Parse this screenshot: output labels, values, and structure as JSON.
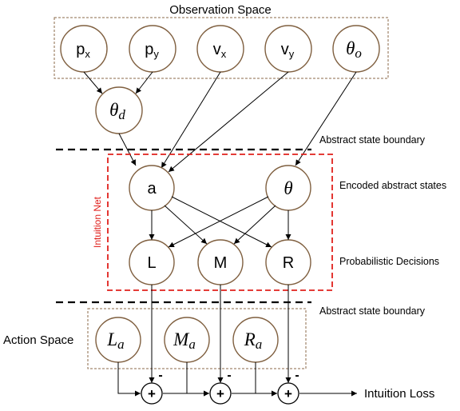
{
  "labels": {
    "observation_space": "Observation Space",
    "abstract_boundary_top": "Abstract state boundary",
    "abstract_boundary_bottom": "Abstract state boundary",
    "encoded_states": "Encoded abstract states",
    "probabilistic_decisions": "Probabilistic Decisions",
    "intuition_net": "Intuition Net",
    "action_space": "Action Space",
    "intuition_loss": "Intuition Loss"
  },
  "nodes": {
    "px": {
      "base": "p",
      "sub": "x"
    },
    "py": {
      "base": "p",
      "sub": "y"
    },
    "vx": {
      "base": "v",
      "sub": "x"
    },
    "vy": {
      "base": "v",
      "sub": "y"
    },
    "theta_o": {
      "base": "θ",
      "sub": "o"
    },
    "theta_d": {
      "base": "θ",
      "sub": "d"
    },
    "a": {
      "base": "a"
    },
    "theta": {
      "base": "θ"
    },
    "L": {
      "base": "L"
    },
    "M": {
      "base": "M"
    },
    "R": {
      "base": "R"
    },
    "La": {
      "base": "L",
      "sub": "a"
    },
    "Ma": {
      "base": "M",
      "sub": "a"
    },
    "Ra": {
      "base": "R",
      "sub": "a"
    }
  },
  "sum_nodes": {
    "plus_symbol": "+",
    "minus_symbol": "-"
  }
}
